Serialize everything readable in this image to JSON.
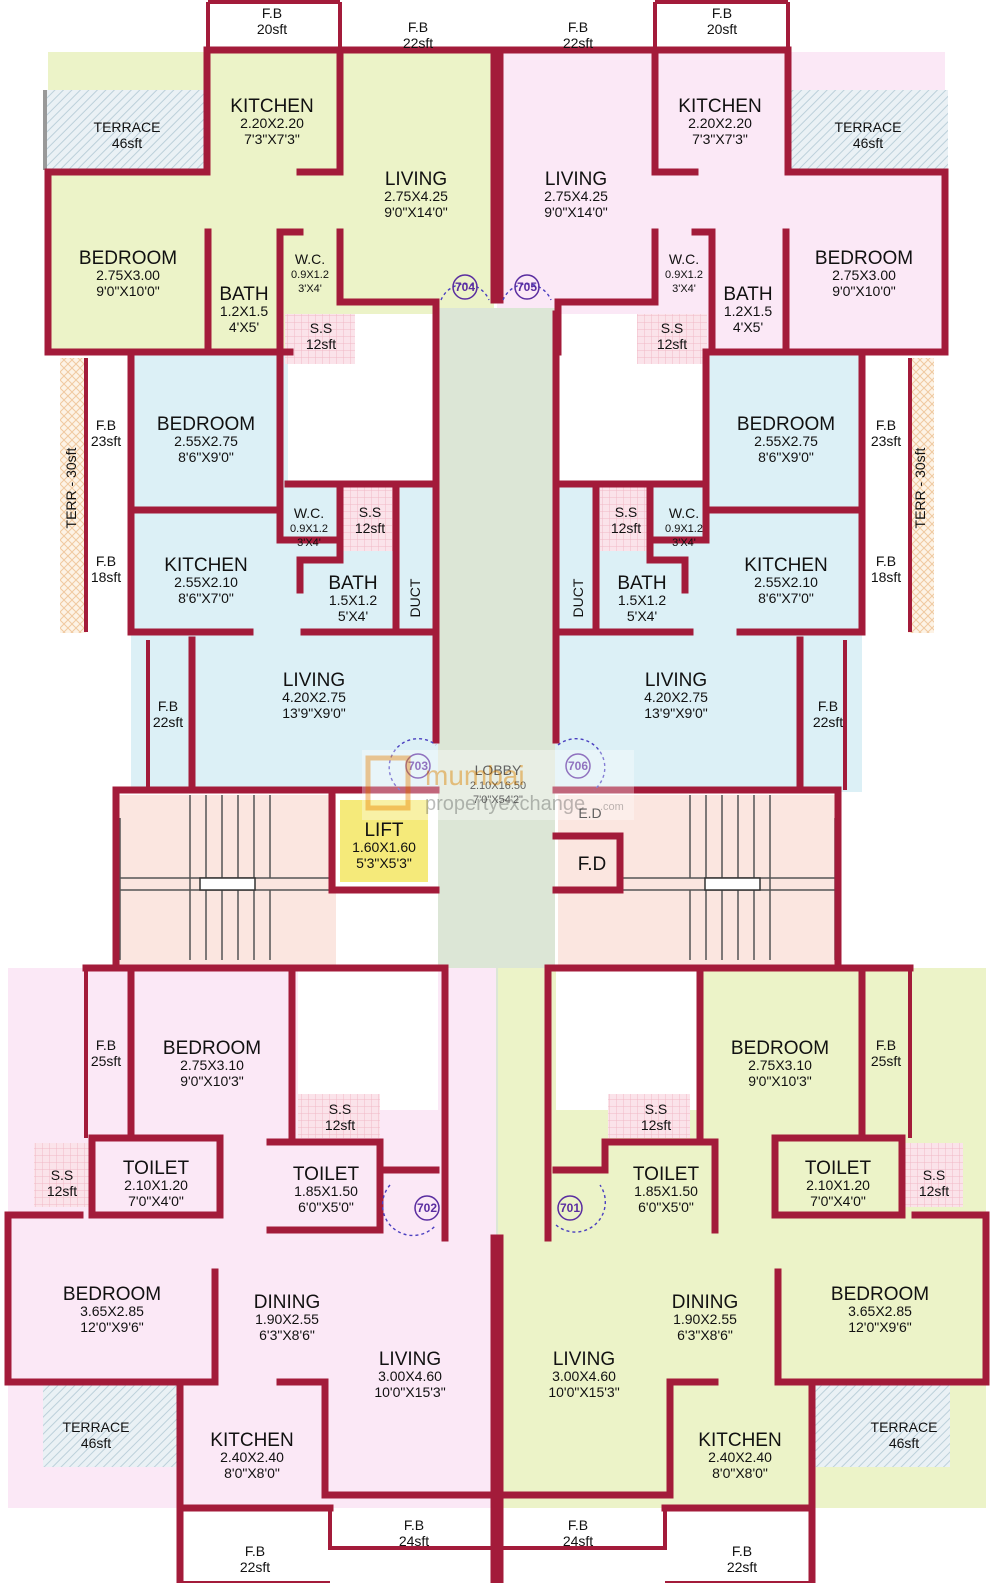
{
  "colors": {
    "wall": "#a31b3a",
    "yellow_flat": "#ecf3c8",
    "pink_flat": "#fbe8f6",
    "blue_flat": "#dcf0f6",
    "lobby": "#dce6d6",
    "lift": "#f5ea7a",
    "stair": "#fbe6e0",
    "terrace": "#e8f0f4",
    "sunken_slab": "#f8d8e0",
    "door_marker": "#5a2da0"
  },
  "rooms": [
    {
      "id": "kitchen_tl",
      "name": "KITCHEN",
      "dim_m": "2.20X2.20",
      "dim_ft": "7'3\"X7'3\""
    },
    {
      "id": "kitchen_tr",
      "name": "KITCHEN",
      "dim_m": "2.20X2.20",
      "dim_ft": "7'3\"X7'3\""
    },
    {
      "id": "living_tl",
      "name": "LIVING",
      "dim_m": "2.75X4.25",
      "dim_ft": "9'0\"X14'0\""
    },
    {
      "id": "living_tr",
      "name": "LIVING",
      "dim_m": "2.75X4.25",
      "dim_ft": "9'0\"X14'0\""
    },
    {
      "id": "bedroom_tl",
      "name": "BEDROOM",
      "dim_m": "2.75X3.00",
      "dim_ft": "9'0\"X10'0\""
    },
    {
      "id": "bedroom_tr",
      "name": "BEDROOM",
      "dim_m": "2.75X3.00",
      "dim_ft": "9'0\"X10'0\""
    },
    {
      "id": "bath_tl",
      "name": "BATH",
      "dim_m": "1.2X1.5",
      "dim_ft": "4'X5'"
    },
    {
      "id": "bath_tr",
      "name": "BATH",
      "dim_m": "1.2X1.5",
      "dim_ft": "4'X5'"
    },
    {
      "id": "wc_tl",
      "name": "W.C.",
      "dim_m": "0.9X1.2",
      "dim_ft": "3'X4'"
    },
    {
      "id": "wc_tr",
      "name": "W.C.",
      "dim_m": "0.9X1.2",
      "dim_ft": "3'X4'"
    },
    {
      "id": "bedroom_ml",
      "name": "BEDROOM",
      "dim_m": "2.55X2.75",
      "dim_ft": "8'6\"X9'0\""
    },
    {
      "id": "bedroom_mr",
      "name": "BEDROOM",
      "dim_m": "2.55X2.75",
      "dim_ft": "8'6\"X9'0\""
    },
    {
      "id": "wc_ml",
      "name": "W.C.",
      "dim_m": "0.9X1.2",
      "dim_ft": "3'X4'"
    },
    {
      "id": "wc_mr",
      "name": "W.C.",
      "dim_m": "0.9X1.2",
      "dim_ft": "3'X4'"
    },
    {
      "id": "kitchen_ml",
      "name": "KITCHEN",
      "dim_m": "2.55X2.10",
      "dim_ft": "8'6\"X7'0\""
    },
    {
      "id": "kitchen_mr",
      "name": "KITCHEN",
      "dim_m": "2.55X2.10",
      "dim_ft": "8'6\"X7'0\""
    },
    {
      "id": "bath_ml",
      "name": "BATH",
      "dim_m": "1.5X1.2",
      "dim_ft": "5'X4'"
    },
    {
      "id": "bath_mr",
      "name": "BATH",
      "dim_m": "1.5X1.2",
      "dim_ft": "5'X4'"
    },
    {
      "id": "living_ml",
      "name": "LIVING",
      "dim_m": "4.20X2.75",
      "dim_ft": "13'9\"X9'0\""
    },
    {
      "id": "living_mr",
      "name": "LIVING",
      "dim_m": "4.20X2.75",
      "dim_ft": "13'9\"X9'0\""
    },
    {
      "id": "lobby",
      "name": "LOBBY",
      "dim_m": "2.10X16.50",
      "dim_ft": "7'0\"X54'2\""
    },
    {
      "id": "lift",
      "name": "LIFT",
      "dim_m": "1.60X1.60",
      "dim_ft": "5'3\"X5'3\""
    },
    {
      "id": "bedroom_bl1",
      "name": "BEDROOM",
      "dim_m": "2.75X3.10",
      "dim_ft": "9'0\"X10'3\""
    },
    {
      "id": "bedroom_br1",
      "name": "BEDROOM",
      "dim_m": "2.75X3.10",
      "dim_ft": "9'0\"X10'3\""
    },
    {
      "id": "toilet_bl_a",
      "name": "TOILET",
      "dim_m": "2.10X1.20",
      "dim_ft": "7'0\"X4'0\""
    },
    {
      "id": "toilet_br_a",
      "name": "TOILET",
      "dim_m": "2.10X1.20",
      "dim_ft": "7'0\"X4'0\""
    },
    {
      "id": "toilet_bl_b",
      "name": "TOILET",
      "dim_m": "1.85X1.50",
      "dim_ft": "6'0\"X5'0\""
    },
    {
      "id": "toilet_br_b",
      "name": "TOILET",
      "dim_m": "1.85X1.50",
      "dim_ft": "6'0\"X5'0\""
    },
    {
      "id": "bedroom_bl2",
      "name": "BEDROOM",
      "dim_m": "3.65X2.85",
      "dim_ft": "12'0\"X9'6\""
    },
    {
      "id": "bedroom_br2",
      "name": "BEDROOM",
      "dim_m": "3.65X2.85",
      "dim_ft": "12'0\"X9'6\""
    },
    {
      "id": "dining_bl",
      "name": "DINING",
      "dim_m": "1.90X2.55",
      "dim_ft": "6'3\"X8'6\""
    },
    {
      "id": "dining_br",
      "name": "DINING",
      "dim_m": "1.90X2.55",
      "dim_ft": "6'3\"X8'6\""
    },
    {
      "id": "living_bl",
      "name": "LIVING",
      "dim_m": "3.00X4.60",
      "dim_ft": "10'0\"X15'3\""
    },
    {
      "id": "living_br",
      "name": "LIVING",
      "dim_m": "3.00X4.60",
      "dim_ft": "10'0\"X15'3\""
    },
    {
      "id": "kitchen_bl",
      "name": "KITCHEN",
      "dim_m": "2.40X2.40",
      "dim_ft": "8'0\"X8'0\""
    },
    {
      "id": "kitchen_br",
      "name": "KITCHEN",
      "dim_m": "2.40X2.40",
      "dim_ft": "8'0\"X8'0\""
    }
  ],
  "small_labels": [
    {
      "id": "fb_t1",
      "line1": "F.B",
      "line2": "20sft"
    },
    {
      "id": "fb_t2",
      "line1": "F.B",
      "line2": "22sft"
    },
    {
      "id": "fb_t3",
      "line1": "F.B",
      "line2": "22sft"
    },
    {
      "id": "fb_t4",
      "line1": "F.B",
      "line2": "20sft"
    },
    {
      "id": "terrace_tl",
      "line1": "TERRACE",
      "line2": "46sft"
    },
    {
      "id": "terrace_tr",
      "line1": "TERRACE",
      "line2": "46sft"
    },
    {
      "id": "ss_tl",
      "line1": "S.S",
      "line2": "12sft"
    },
    {
      "id": "ss_tr",
      "line1": "S.S",
      "line2": "12sft"
    },
    {
      "id": "fb_l1",
      "line1": "F.B",
      "line2": "23sft"
    },
    {
      "id": "fb_r1",
      "line1": "F.B",
      "line2": "23sft"
    },
    {
      "id": "ss_ml",
      "line1": "S.S",
      "line2": "12sft"
    },
    {
      "id": "ss_mr",
      "line1": "S.S",
      "line2": "12sft"
    },
    {
      "id": "fb_l2",
      "line1": "F.B",
      "line2": "18sft"
    },
    {
      "id": "fb_r2",
      "line1": "F.B",
      "line2": "18sft"
    },
    {
      "id": "fb_l3",
      "line1": "F.B",
      "line2": "22sft"
    },
    {
      "id": "fb_r3",
      "line1": "F.B",
      "line2": "22sft"
    },
    {
      "id": "fb_l4",
      "line1": "F.B",
      "line2": "25sft"
    },
    {
      "id": "fb_r4",
      "line1": "F.B",
      "line2": "25sft"
    },
    {
      "id": "ss_bl1",
      "line1": "S.S",
      "line2": "12sft"
    },
    {
      "id": "ss_br1",
      "line1": "S.S",
      "line2": "12sft"
    },
    {
      "id": "ss_bl2",
      "line1": "S.S",
      "line2": "12sft"
    },
    {
      "id": "ss_br2",
      "line1": "S.S",
      "line2": "12sft"
    },
    {
      "id": "terrace_bl",
      "line1": "TERRACE",
      "line2": "46sft"
    },
    {
      "id": "terrace_br",
      "line1": "TERRACE",
      "line2": "46sft"
    },
    {
      "id": "fb_b1",
      "line1": "F.B",
      "line2": "24sft"
    },
    {
      "id": "fb_b2",
      "line1": "F.B",
      "line2": "24sft"
    },
    {
      "id": "fb_b3",
      "line1": "F.B",
      "line2": "22sft"
    },
    {
      "id": "fb_b4",
      "line1": "F.B",
      "line2": "22sft"
    }
  ],
  "terr_side": "TERR - 30sft",
  "duct": "DUCT",
  "fd": "F.D",
  "ed": "E.D",
  "doors": [
    "704",
    "705",
    "703",
    "706",
    "702",
    "701"
  ],
  "watermark": {
    "brand": "mumbai",
    "brand2": "propertyexchange",
    "suffix": ".com"
  }
}
